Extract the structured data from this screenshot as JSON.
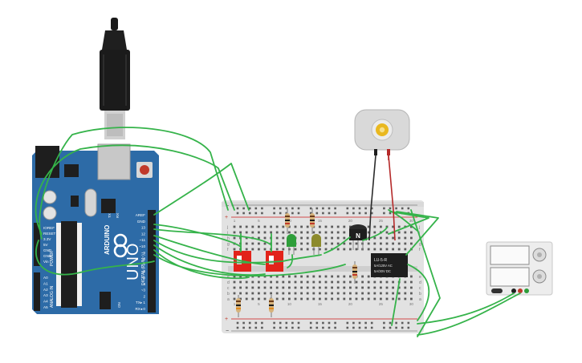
{
  "arduino": {
    "brand": "ARDUINO",
    "model": "UNO",
    "label_digital": "DIGITAL (PWM~)",
    "label_power": "POWER",
    "label_analog": "ANALOG IN",
    "label_tx": "TX",
    "label_rx": "RX",
    "label_on": "ON",
    "power_pins": [
      "IOREF",
      "RESET",
      "3.3V",
      "5V",
      "GND",
      "GND",
      "Vin"
    ],
    "analog_pins": [
      "A0",
      "A1",
      "A2",
      "A3",
      "A4",
      "A5"
    ],
    "digital_pins": [
      "AREF",
      "GND",
      "13",
      "12",
      "~11",
      "~10",
      "~9",
      "8",
      "7",
      "~6",
      "~5",
      "4",
      "~3",
      "2",
      "TX▸ 1",
      "RX◂ 0"
    ]
  },
  "breadboard": {
    "row_letters_top": [
      "j",
      "i",
      "h",
      "g",
      "f"
    ],
    "row_letters_bottom": [
      "e",
      "d",
      "c",
      "b",
      "a"
    ],
    "column_numbers": [
      "1",
      "5",
      "10",
      "15",
      "20",
      "25",
      "30"
    ]
  },
  "transistor": {
    "label": "N"
  },
  "relay": {
    "line1": "LU-5-R",
    "line2": "5A/125V AC",
    "line3": "5A/30V DC"
  },
  "colors": {
    "arduino_board": "#2D6BA7",
    "wire": "#35B34A",
    "dip_switch": "#E2231A",
    "led_green": "#2E9E3A",
    "led_yellow": "#8C8A2C",
    "motor": "#D9D9D9",
    "motor_hub": "#E9B820"
  }
}
